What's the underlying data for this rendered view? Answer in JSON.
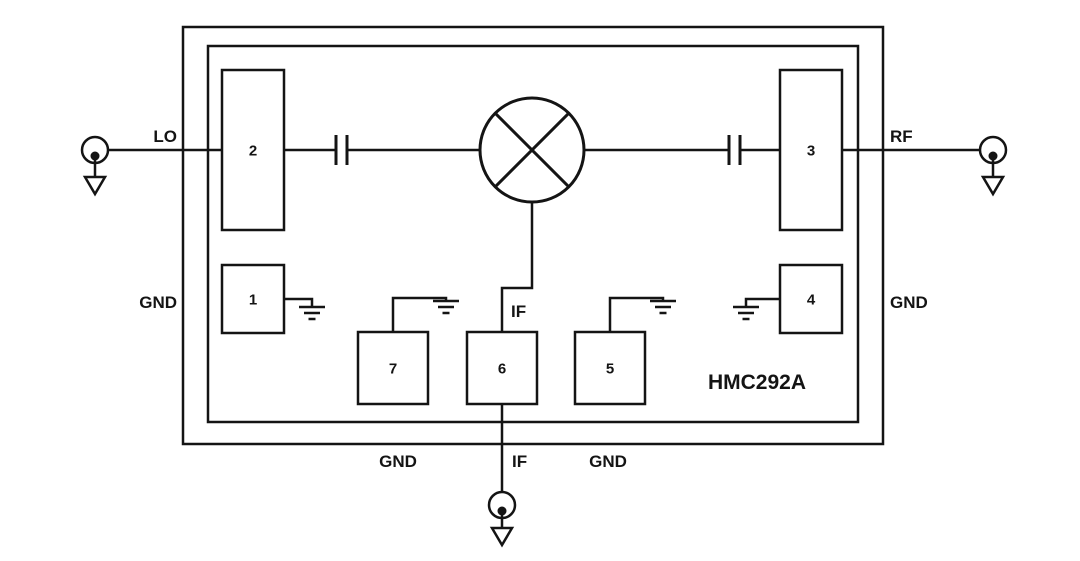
{
  "diagram": {
    "part_number": "HMC292A",
    "labels": {
      "lo_port": "LO",
      "rf_port": "RF",
      "gnd_left": "GND",
      "gnd_right": "GND",
      "gnd_bottom_left": "GND",
      "gnd_bottom_right": "GND",
      "if_port": "IF",
      "if_internal": "IF"
    },
    "pins": {
      "pin1": "1",
      "pin2": "2",
      "pin3": "3",
      "pin4": "4",
      "pin5": "5",
      "pin6": "6",
      "pin7": "7"
    },
    "colors": {
      "line": "#141414",
      "background": "#ffffff"
    }
  }
}
